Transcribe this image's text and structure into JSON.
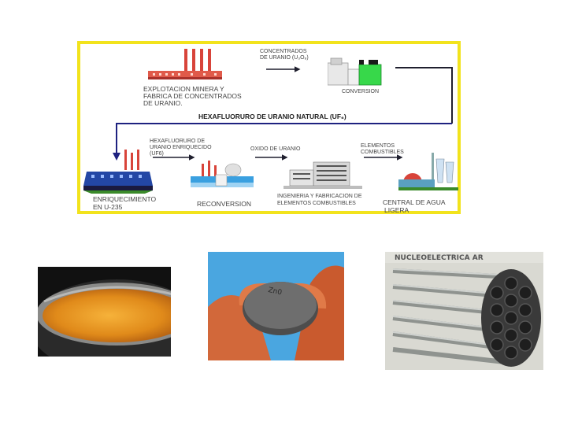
{
  "diagram": {
    "labels": {
      "concentrados": "CONCENTRADOS",
      "concentrados_formula": "DE URANIO (U₃O₈)",
      "mining_1": "EXPLOTACION MINERA Y",
      "mining_2": "FABRICA DE CONCENTRADOS",
      "mining_3": "DE URANIO.",
      "conversion": "CONVERSION",
      "hexa_natural": "HEXAFLUORURO DE URANIO NATURAL (UF₆)",
      "hexa_enr_1": "HEXAFLUORURO DE",
      "hexa_enr_2": "URANIO ENRIQUECIDO",
      "hexa_enr_3": "(UF6)",
      "oxido": "OXIDO DE URANIO",
      "elementos_1": "ELEMENTOS",
      "elementos_2": "COMBUSTIBLES",
      "enriquecimiento_1": "ENRIQUECIMIENTO",
      "enriquecimiento_2": "EN U-235",
      "reconversion": "RECONVERSION",
      "ingenieria_1": "INGENIERIA Y FABRICACION DE",
      "ingenieria_2": "ELEMENTOS COMBUSTIBLES",
      "central_1": "CENTRAL DE AGUA",
      "central_2": "LIGERA"
    }
  },
  "photos": {
    "fuel_assembly_sign": "NUCLEOELECTRICA AR",
    "pellet_text": "Zn0"
  },
  "colors": {
    "frame": "#f2e31c",
    "arrow": "#1f1f2e",
    "enrich_arrow": "#1e2280",
    "factory_red": "#d8443a",
    "enrich_blue": "#2347a5",
    "conversion_green": "#37d84a",
    "water_blue": "#3aa0e0"
  }
}
